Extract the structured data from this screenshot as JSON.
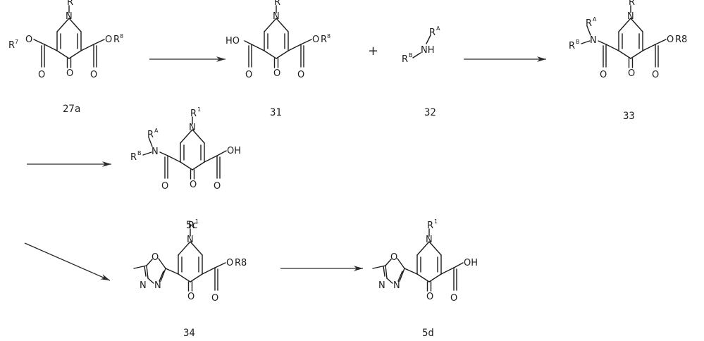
{
  "compounds": [
    {
      "id": "27a",
      "label": "27a"
    },
    {
      "id": "31",
      "label": "31"
    },
    {
      "id": "32",
      "label": "32"
    },
    {
      "id": "33",
      "label": "33"
    },
    {
      "id": "5c",
      "label": "5c"
    },
    {
      "id": "34",
      "label": "34"
    },
    {
      "id": "5d",
      "label": "5d"
    }
  ],
  "plus_sign": "+",
  "atoms": {
    "N": "N",
    "O": "O",
    "OH": "OH",
    "HO": "HO",
    "NH": "NH",
    "R": "R",
    "R8": "R8",
    "sup_1": "1",
    "sup_7": "7",
    "sup_8": "8",
    "sup_A": "A",
    "sup_B": "B"
  }
}
